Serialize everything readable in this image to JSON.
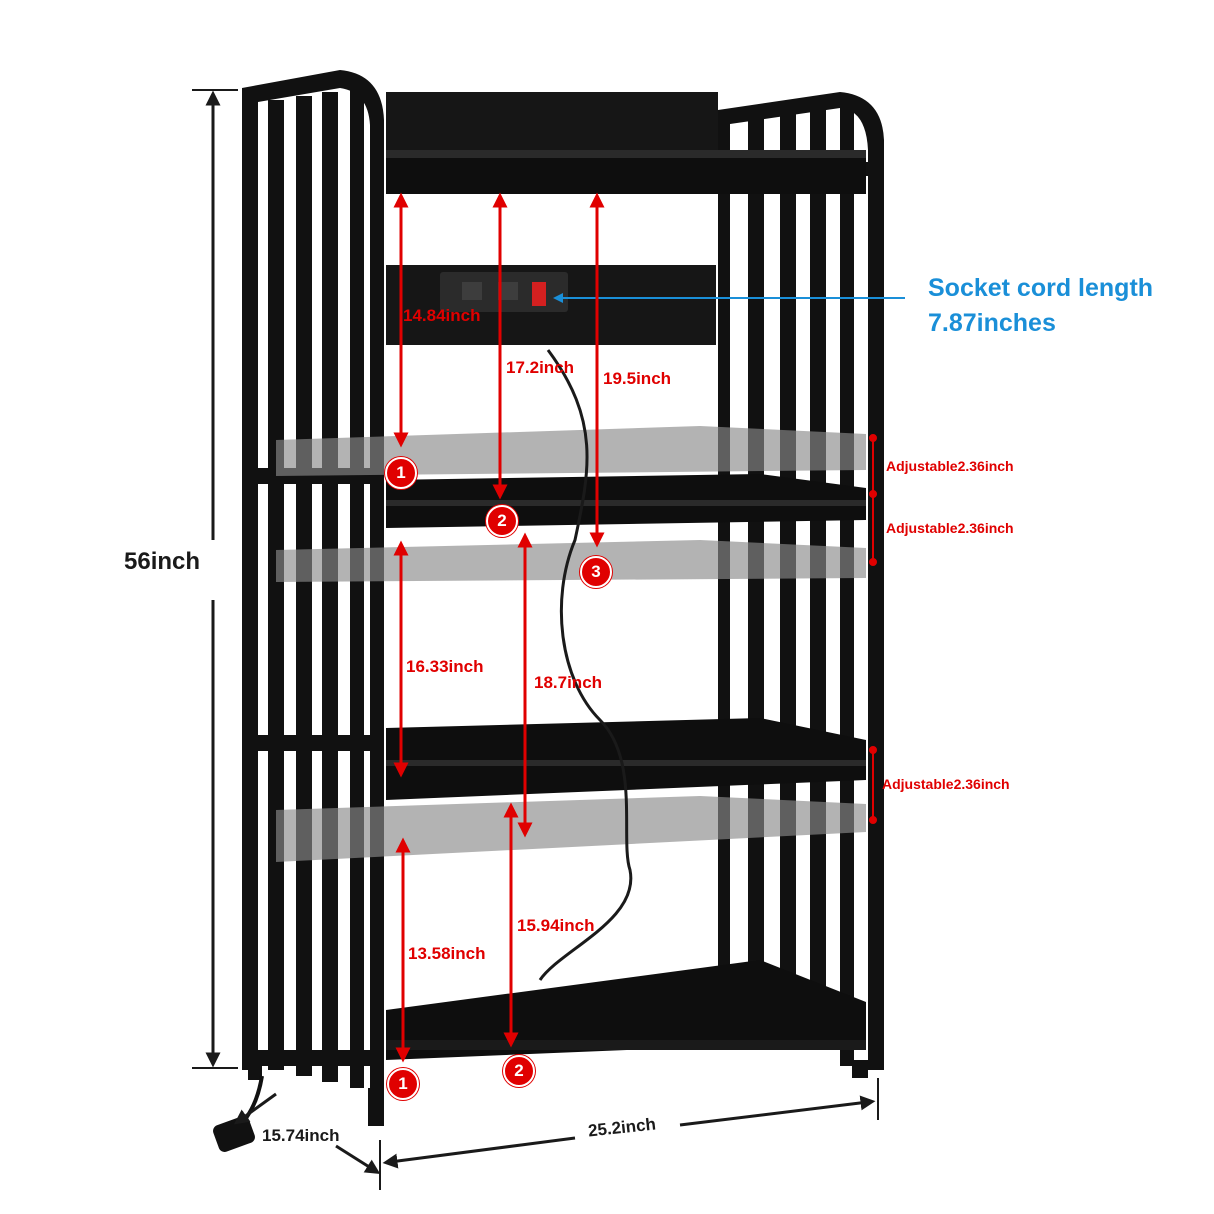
{
  "overall": {
    "height": "56inch",
    "depth": "15.74inch",
    "width": "25.2inch"
  },
  "socket": {
    "line1": "Socket cord length",
    "line2": "7.87inches"
  },
  "spacings": {
    "top_a": "14.84inch",
    "top_b": "17.2inch",
    "top_c": "19.5inch",
    "mid_a": "16.33inch",
    "mid_b": "18.7inch",
    "low_a": "13.58inch",
    "low_b": "15.94inch"
  },
  "adjustable": {
    "upper_1": "Adjustable2.36inch",
    "upper_2": "Adjustable2.36inch",
    "lower": "Adjustable2.36inch"
  },
  "badges": {
    "top_1": "1",
    "top_2": "2",
    "top_3": "3",
    "low_1": "1",
    "low_2": "2"
  },
  "colors": {
    "dimension_red": "#e00000",
    "callout_blue": "#1a8fd8",
    "frame_black": "#111111"
  }
}
